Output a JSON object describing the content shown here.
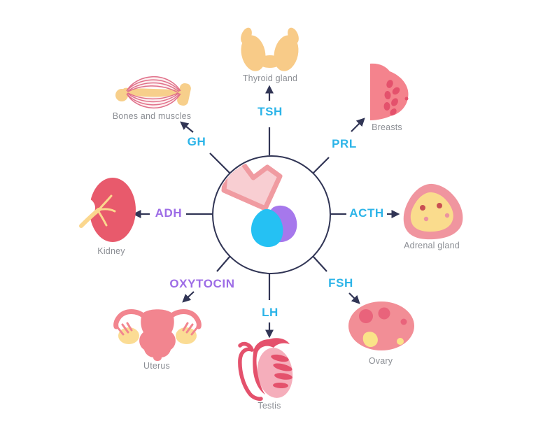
{
  "diagram": {
    "type": "radial-diagram",
    "center": "pituitary-gland"
  },
  "colors": {
    "background": "#ffffff",
    "line": "#313555",
    "hormone_anterior": "#2cb4e8",
    "hormone_posterior": "#9d6ce6",
    "organ_label": "#8b8e94",
    "funnel_fill": "#f8ced2",
    "funnel_stroke": "#f09ba1",
    "anterior_lobe": "#25c1f3",
    "posterior_lobe": "#a678ec",
    "thyroid": "#f8cb88",
    "breast": "#f4838d",
    "breast_dark": "#e4516c",
    "adrenal_outer": "#f0959f",
    "adrenal_inner": "#fadc8d",
    "dot_red": "#c94f52",
    "dot_pink": "#ec93a0",
    "ovary": "#f28e96",
    "ovary_dark": "#e9637b",
    "ovary_yellow": "#fae388",
    "testis_light": "#f5aebb",
    "testis_dark": "#e4516c",
    "uterus": "#f2858f",
    "uterus_yellow": "#fbdc94",
    "kidney": "#e85a6c",
    "kidney_vessel": "#fbd78e",
    "bone": "#f7cf8b",
    "muscle_line": "#e0708a",
    "muscle_fill": "#fdeff0"
  },
  "hormones": [
    {
      "id": "tsh",
      "label": "TSH",
      "lobe": "anterior",
      "target": "Thyroid gland",
      "direction": "top"
    },
    {
      "id": "prl",
      "label": "PRL",
      "lobe": "anterior",
      "target": "Breasts",
      "direction": "top-right"
    },
    {
      "id": "acth",
      "label": "ACTH",
      "lobe": "anterior",
      "target": "Adrenal gland",
      "direction": "right"
    },
    {
      "id": "fsh",
      "label": "FSH",
      "lobe": "anterior",
      "target": "Ovary",
      "direction": "bottom-right"
    },
    {
      "id": "lh",
      "label": "LH",
      "lobe": "anterior",
      "target": "Testis",
      "direction": "bottom"
    },
    {
      "id": "oxytocin",
      "label": "OXYTOCIN",
      "lobe": "posterior",
      "target": "Uterus",
      "direction": "bottom-left"
    },
    {
      "id": "adh",
      "label": "ADH",
      "lobe": "posterior",
      "target": "Kidney",
      "direction": "left"
    },
    {
      "id": "gh",
      "label": "GH",
      "lobe": "anterior",
      "target": "Bones and muscles",
      "direction": "top-left"
    }
  ],
  "organs": [
    {
      "id": "thyroid",
      "label": "Thyroid gland"
    },
    {
      "id": "breasts",
      "label": "Breasts"
    },
    {
      "id": "adrenal",
      "label": "Adrenal gland"
    },
    {
      "id": "ovary",
      "label": "Ovary"
    },
    {
      "id": "testis",
      "label": "Testis"
    },
    {
      "id": "uterus",
      "label": "Uterus"
    },
    {
      "id": "kidney",
      "label": "Kidney"
    },
    {
      "id": "bones",
      "label": "Bones and muscles"
    }
  ]
}
